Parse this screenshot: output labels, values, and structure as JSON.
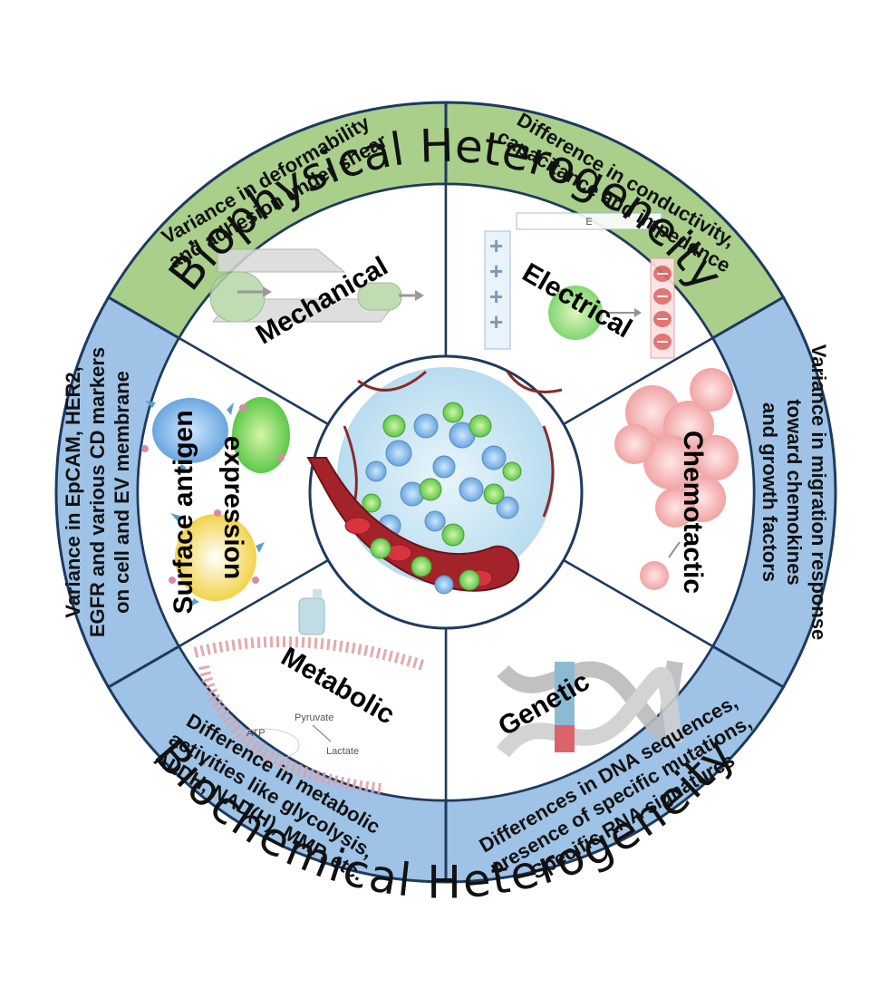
{
  "titles": {
    "top": "Biophysical Heterogeneity",
    "bottom": "Biochemical Heterogeneity"
  },
  "colors": {
    "biophysical": "#a9cf8b",
    "biochemical": "#9ec3e6",
    "ring_stroke": "#1f3a5f",
    "inner_bg": "#ffffff"
  },
  "ring": [
    {
      "id": "mechanical-desc",
      "lines": [
        "Variance in deformability",
        "and adhesion under shear"
      ]
    },
    {
      "id": "electrical-desc",
      "lines": [
        "Difference in conductivity,",
        "capacitance and impedance"
      ]
    },
    {
      "id": "chemotactic-desc",
      "lines": [
        "Variance in migration response",
        "toward chemokines",
        "and growth factors"
      ]
    },
    {
      "id": "genetic-desc",
      "lines": [
        "Differences in DNA sequences,",
        "presence of specific mutations,",
        "Specific RNA signatures"
      ]
    },
    {
      "id": "metabolic-desc",
      "lines": [
        "Difference in metabolic",
        "activities like glycolysis,",
        "ALDH, NAD(H), MMP, etc."
      ]
    },
    {
      "id": "surface-desc",
      "lines": [
        "Variance in EpCAM, HER2,",
        "EGFR and various CD markers",
        "on cell and EV membrane"
      ]
    }
  ],
  "sectors": {
    "mechanical": "Mechanical",
    "electrical": "Electrical",
    "chemotactic": "Chemotactic",
    "genetic": "Genetic",
    "metabolic": "Metabolic",
    "surface_1": "Surface antigen",
    "surface_2": "expression"
  },
  "small_labels": {
    "field": "E",
    "pyruvate": "Pyruvate",
    "lactate": "Lactate",
    "atp": "ATP"
  }
}
